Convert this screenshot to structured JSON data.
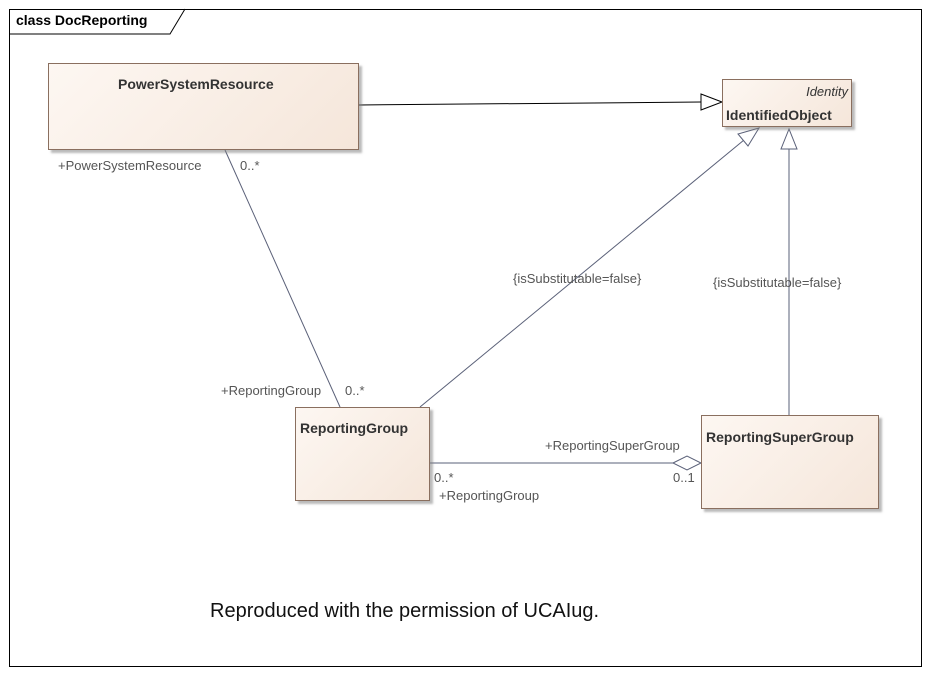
{
  "diagram": {
    "title": "class DocReporting",
    "caption": "Reproduced with the permission of UCAIug."
  },
  "classes": {
    "power_system_resource": {
      "name": "PowerSystemResource"
    },
    "identified_object": {
      "name": "IdentifiedObject",
      "stereotype": "Identity"
    },
    "reporting_group": {
      "name": "ReportingGroup"
    },
    "reporting_super_group": {
      "name": "ReportingSuperGroup"
    }
  },
  "relations": {
    "psr_rg": {
      "psr_role": "+PowerSystemResource",
      "psr_mult": "0..*",
      "rg_role": "+ReportingGroup",
      "rg_mult": "0..*"
    },
    "rg_io": {
      "constraint": "{isSubstitutable=false}"
    },
    "rsg_io": {
      "constraint": "{isSubstitutable=false}"
    },
    "rg_rsg": {
      "rsg_role": "+ReportingSuperGroup",
      "rsg_mult": "0..1",
      "rg_mult": "0..*",
      "rg_role": "+ReportingGroup"
    }
  },
  "colors": {
    "line": "#5a6078",
    "class_border": "#8a6f5f",
    "class_fill": "#f5e6da"
  }
}
